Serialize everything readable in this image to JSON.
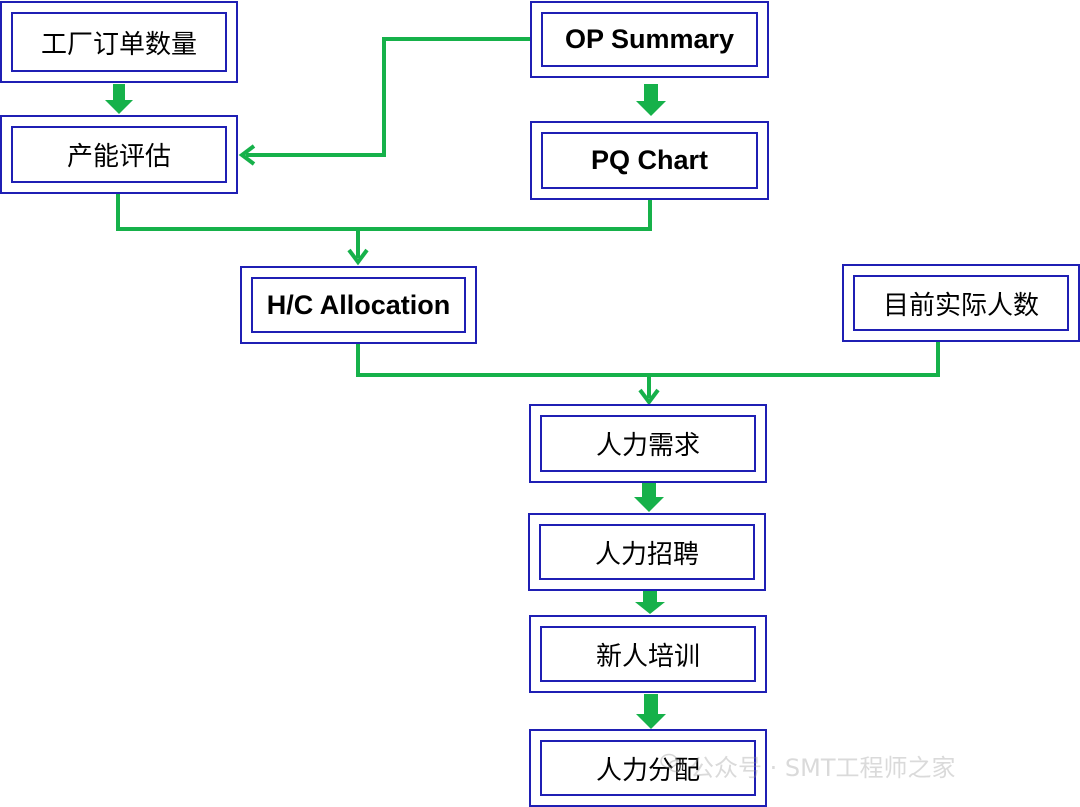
{
  "colors": {
    "box_border": "#1f1fb4",
    "connector": "#16b14a",
    "arrow_fill": "#16b14a",
    "text": "#000000"
  },
  "nodes": {
    "factory_order_qty": "工厂订单数量",
    "capacity_assessment": "产能评估",
    "op_summary": "OP Summary",
    "pq_chart": "PQ Chart",
    "hc_allocation": "H/C Allocation",
    "current_headcount": "目前实际人数",
    "manpower_demand": "人力需求",
    "manpower_recruitment": "人力招聘",
    "new_hire_training": "新人培训",
    "manpower_distribution": "人力分配"
  },
  "watermark": {
    "text": "公众号 · SMT工程师之家",
    "icon": "wechat-icon"
  }
}
